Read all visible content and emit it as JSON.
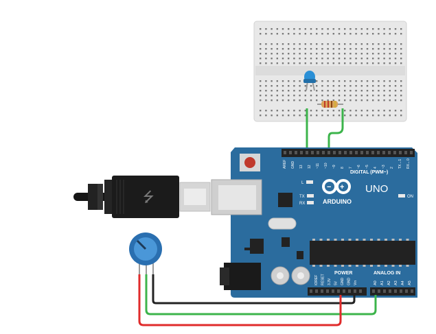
{
  "board": {
    "brand": "ARDUINO",
    "model": "UNO",
    "digital_label": "DIGITAL (PWM~)",
    "power_label": "POWER",
    "analog_label": "ANALOG IN",
    "on_label": "ON",
    "led_l": "L",
    "led_tx": "TX",
    "led_rx": "RX",
    "digital_pins": [
      "AREF",
      "GND",
      "13",
      "12",
      "~11",
      "~10",
      "~9",
      "8",
      "7",
      "~6",
      "~5",
      "4",
      "~3",
      "2",
      "TX→1",
      "RX←0"
    ],
    "power_pins": [
      "IOREF",
      "RESET",
      "3.3V",
      "5V",
      "GND",
      "GND",
      "Vin"
    ],
    "analog_pins": [
      "A0",
      "A1",
      "A2",
      "A3",
      "A4",
      "A5"
    ]
  },
  "colors": {
    "board": "#2b6c9e",
    "breadboard": "#e9e9e9",
    "wire_green": "#3cb44b",
    "wire_red": "#e02b2b",
    "wire_black": "#222222",
    "led": "#2a8fd6",
    "potentiometer": "#3a86c8"
  }
}
